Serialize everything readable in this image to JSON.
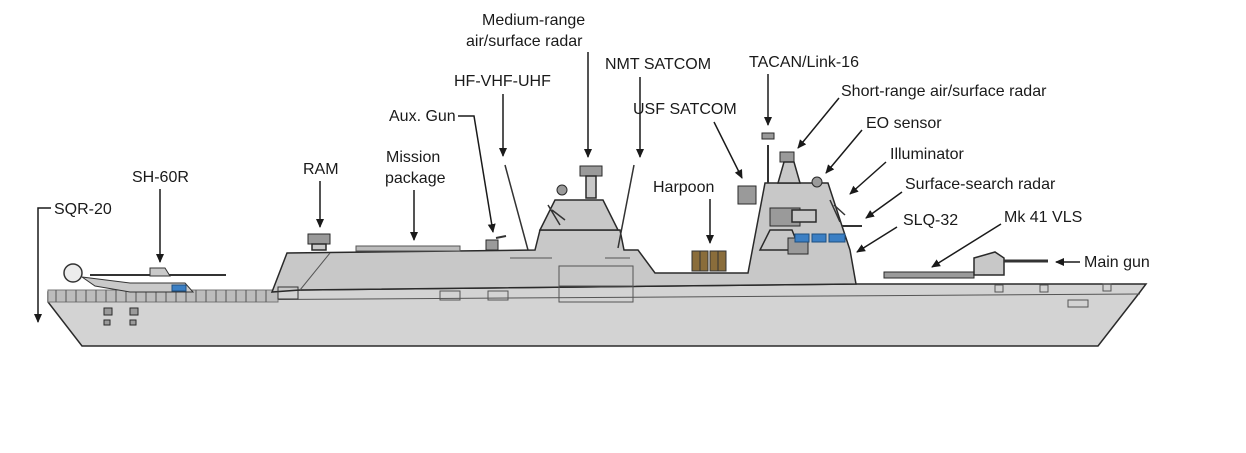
{
  "labels": {
    "sqr20": "SQR-20",
    "sh60r": "SH-60R",
    "ram": "RAM",
    "mission1": "Mission",
    "mission2": "package",
    "auxgun": "Aux. Gun",
    "hfvhfuhf": "HF-VHF-UHF",
    "mrr1": "Medium-range",
    "mrr2": "air/surface radar",
    "nmt": "NMT SATCOM",
    "usf": "USF SATCOM",
    "harpoon": "Harpoon",
    "tacan": "TACAN/Link-16",
    "srr": "Short-range air/surface radar",
    "eo": "EO sensor",
    "illum": "Illuminator",
    "ssr": "Surface-search radar",
    "slq": "SLQ-32",
    "mk41": "Mk 41 VLS",
    "maingun": "Main gun"
  },
  "colors": {
    "hull": "#d3d3d3",
    "superstructure": "#c8c8c8",
    "window": "#3b7fc4",
    "text": "#1a1a1a"
  }
}
